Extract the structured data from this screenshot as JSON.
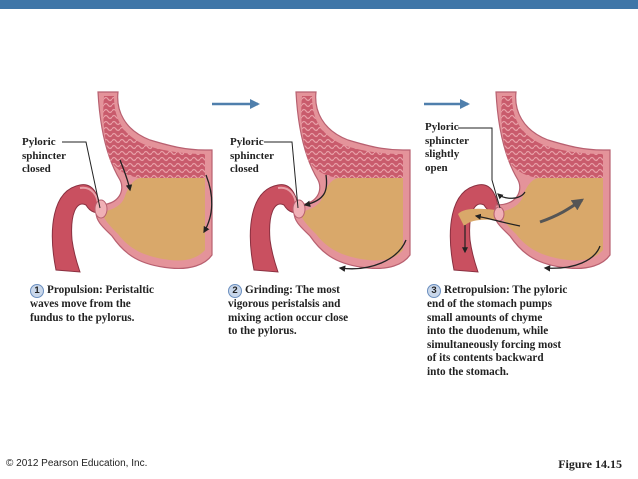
{
  "colors": {
    "top_bar": "#3f76a8",
    "stomach_wall": "#e4939a",
    "stomach_inner": "#c9586a",
    "chyme": "#d9a86a",
    "duodenum": "#c95060",
    "transition_arrow": "#4f7fac"
  },
  "panels": [
    {
      "label_lines": [
        "Pyloric",
        "sphincter",
        "closed"
      ],
      "step_number": "1",
      "caption_lead": "Propulsion: Peristaltic",
      "caption_lines": [
        "waves move from the",
        "fundus to the pylorus."
      ]
    },
    {
      "label_lines": [
        "Pyloric",
        "sphincter",
        "closed"
      ],
      "step_number": "2",
      "caption_lead": "Grinding: The most",
      "caption_lines": [
        "vigorous peristalsis and",
        "mixing action occur close",
        "to the pylorus."
      ]
    },
    {
      "label_lines": [
        "Pyloric",
        "sphincter",
        "slightly",
        "open"
      ],
      "step_number": "3",
      "caption_lead": "Retropulsion: The pyloric",
      "caption_lines": [
        "end of the stomach pumps",
        "small amounts of chyme",
        "into the duodenum, while",
        "simultaneously forcing most",
        "of its contents backward",
        "into the stomach."
      ]
    }
  ],
  "footer": {
    "copyright": "© 2012 Pearson Education, Inc.",
    "figure": "Figure 14.15"
  }
}
